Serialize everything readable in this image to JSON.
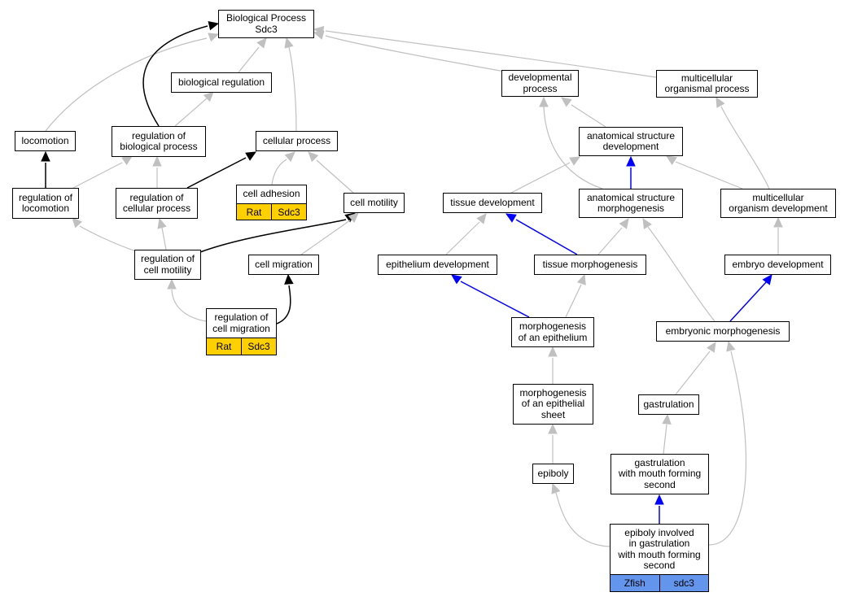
{
  "colors": {
    "edge_default": "#c0c0c0",
    "edge_black": "#000000",
    "edge_blue": "#0000ff",
    "annotation_rat": "#ffd000",
    "annotation_zfish": "#6495ed"
  },
  "nodes": {
    "bp": {
      "label": "Biological Process\nSdc3"
    },
    "bioreg": {
      "label": "biological regulation"
    },
    "devproc": {
      "label": "developmental\nprocess"
    },
    "multi": {
      "label": "multicellular\norganismal process"
    },
    "loco": {
      "label": "locomotion"
    },
    "regbp": {
      "label": "regulation of\nbiological process"
    },
    "cellproc": {
      "label": "cellular process"
    },
    "asd": {
      "label": "anatomical structure\ndevelopment"
    },
    "regloco": {
      "label": "regulation of\nlocomotion"
    },
    "regcp": {
      "label": "regulation of\ncellular process"
    },
    "celladh": {
      "label": "cell adhesion"
    },
    "cellmot": {
      "label": "cell motility"
    },
    "tissdev": {
      "label": "tissue development"
    },
    "asm": {
      "label": "anatomical structure\nmorphogenesis"
    },
    "mod": {
      "label": "multicellular\norganism development"
    },
    "regcm": {
      "label": "regulation of\ncell motility"
    },
    "cellmig": {
      "label": "cell migration"
    },
    "epidev": {
      "label": "epithelium development"
    },
    "tissmorph": {
      "label": "tissue morphogenesis"
    },
    "embdev": {
      "label": "embryo development"
    },
    "regcmig": {
      "label": "regulation of\ncell migration"
    },
    "morphepi": {
      "label": "morphogenesis\nof an epithelium"
    },
    "embmorph": {
      "label": "embryonic morphogenesis"
    },
    "morphsheet": {
      "label": "morphogenesis\nof an epithelial\nsheet"
    },
    "gastru": {
      "label": "gastrulation"
    },
    "epiboly": {
      "label": "epiboly"
    },
    "gastmouth": {
      "label": "gastrulation\nwith mouth forming\nsecond"
    },
    "epiinv": {
      "label": "epiboly involved\nin gastrulation\nwith mouth forming\nsecond"
    }
  },
  "annotations": {
    "celladh": {
      "species": "Rat",
      "gene": "Sdc3",
      "color": "#ffd000"
    },
    "regcmig": {
      "species": "Rat",
      "gene": "Sdc3",
      "color": "#ffd000"
    },
    "epiinv": {
      "species": "Zfish",
      "gene": "sdc3",
      "color": "#6495ed"
    }
  },
  "edges": [
    {
      "from": "bioreg",
      "to": "bp",
      "style": "default"
    },
    {
      "from": "loco",
      "to": "bp",
      "style": "default"
    },
    {
      "from": "regbp",
      "to": "bp",
      "style": "black"
    },
    {
      "from": "cellproc",
      "to": "bp",
      "style": "default"
    },
    {
      "from": "devproc",
      "to": "bp",
      "style": "default"
    },
    {
      "from": "multi",
      "to": "bp",
      "style": "default"
    },
    {
      "from": "regbp",
      "to": "bioreg",
      "style": "default"
    },
    {
      "from": "regloco",
      "to": "loco",
      "style": "black"
    },
    {
      "from": "regloco",
      "to": "regbp",
      "style": "default"
    },
    {
      "from": "regcp",
      "to": "regbp",
      "style": "default"
    },
    {
      "from": "regcp",
      "to": "cellproc",
      "style": "black"
    },
    {
      "from": "celladh",
      "to": "cellproc",
      "style": "default"
    },
    {
      "from": "cellmot",
      "to": "cellproc",
      "style": "default"
    },
    {
      "from": "regcm",
      "to": "regloco",
      "style": "default"
    },
    {
      "from": "regcm",
      "to": "regcp",
      "style": "default"
    },
    {
      "from": "regcm",
      "to": "cellmot",
      "style": "black"
    },
    {
      "from": "cellmig",
      "to": "cellmot",
      "style": "default"
    },
    {
      "from": "regcmig",
      "to": "regcm",
      "style": "default"
    },
    {
      "from": "regcmig",
      "to": "cellmig",
      "style": "black"
    },
    {
      "from": "asd",
      "to": "devproc",
      "style": "default"
    },
    {
      "from": "tissdev",
      "to": "asd",
      "style": "default"
    },
    {
      "from": "asm",
      "to": "asd",
      "style": "blue"
    },
    {
      "from": "mod",
      "to": "asd",
      "style": "default"
    },
    {
      "from": "asm",
      "to": "devproc",
      "style": "default"
    },
    {
      "from": "mod",
      "to": "multi",
      "style": "default"
    },
    {
      "from": "epidev",
      "to": "tissdev",
      "style": "default"
    },
    {
      "from": "tissmorph",
      "to": "tissdev",
      "style": "blue"
    },
    {
      "from": "tissmorph",
      "to": "asm",
      "style": "default"
    },
    {
      "from": "embmorph",
      "to": "asm",
      "style": "default"
    },
    {
      "from": "embdev",
      "to": "mod",
      "style": "default"
    },
    {
      "from": "morphepi",
      "to": "epidev",
      "style": "blue"
    },
    {
      "from": "morphepi",
      "to": "tissmorph",
      "style": "default"
    },
    {
      "from": "embmorph",
      "to": "embdev",
      "style": "blue"
    },
    {
      "from": "morphsheet",
      "to": "morphepi",
      "style": "default"
    },
    {
      "from": "gastru",
      "to": "embmorph",
      "style": "default"
    },
    {
      "from": "epiboly",
      "to": "morphsheet",
      "style": "default"
    },
    {
      "from": "gastmouth",
      "to": "gastru",
      "style": "default"
    },
    {
      "from": "epiinv",
      "to": "gastmouth",
      "style": "blue"
    },
    {
      "from": "epiinv",
      "to": "epiboly",
      "style": "default"
    },
    {
      "from": "epiinv",
      "to": "embmorph",
      "style": "default"
    }
  ]
}
